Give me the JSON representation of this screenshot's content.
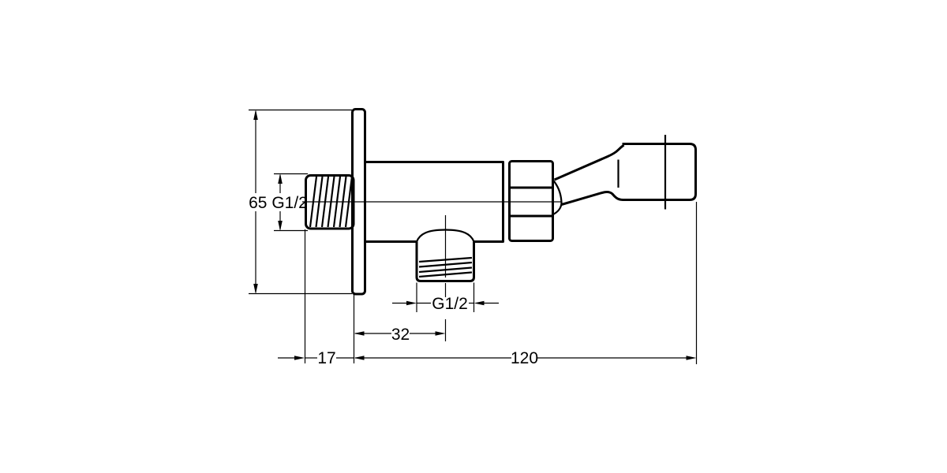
{
  "drawing": {
    "type": "technical-dimensional-drawing",
    "subject": "wall-mounted-angle-valve-with-shower-holder",
    "background_color": "#ffffff",
    "line_color": "#000000",
    "dimensions": {
      "inlet_height_and_thread": "65 G1/2",
      "outlet_thread": "G1/2",
      "outlet_offset_from_wall": "32",
      "inlet_thread_length": "17",
      "total_projection": "120"
    }
  }
}
